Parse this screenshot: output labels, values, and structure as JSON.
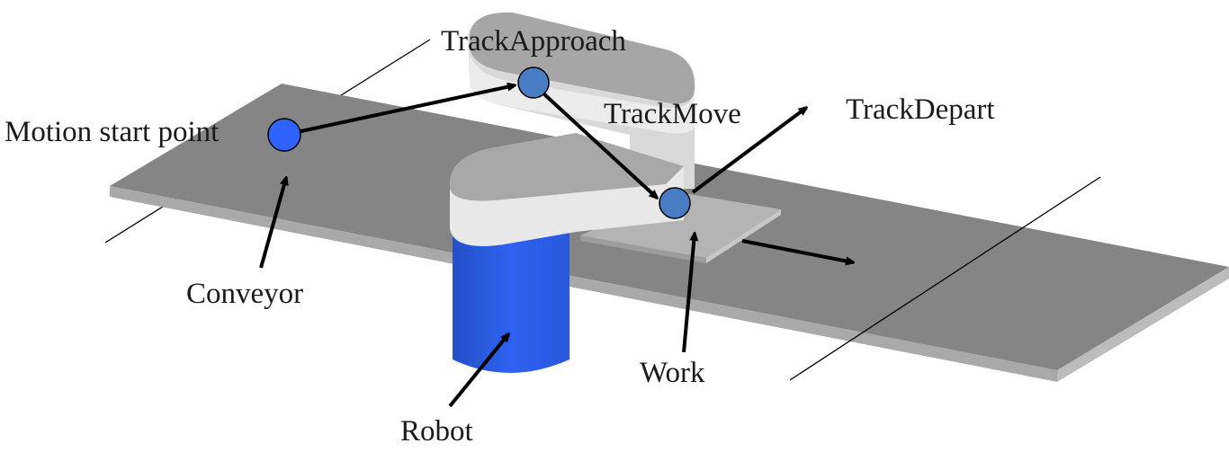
{
  "labels": {
    "motion_start": "Motion start point",
    "track_approach": "TrackApproach",
    "track_move": "TrackMove",
    "track_depart": "TrackDepart",
    "conveyor": "Conveyor",
    "work": "Work",
    "robot": "Robot"
  },
  "colors": {
    "conveyor_top": "#858585",
    "conveyor_edge": "#a9a9a9",
    "robot_base": "#2b5ce6",
    "robot_arm": "#e6e6e6",
    "start_point": "#2f62ff",
    "path_point": "#4a7cc4"
  }
}
